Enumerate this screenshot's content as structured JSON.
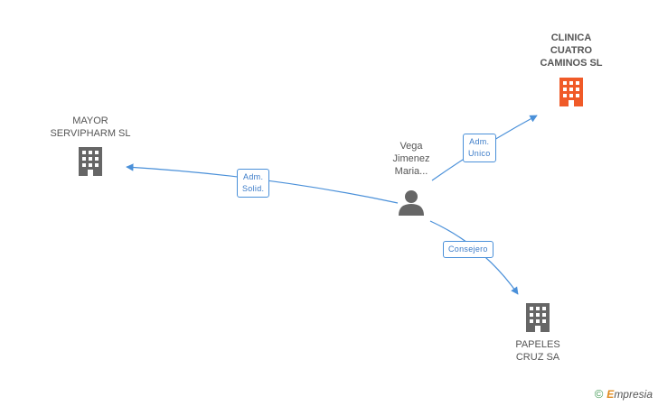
{
  "nodes": {
    "person": {
      "label_line1": "Vega",
      "label_line2": "Jimenez",
      "label_line3": "Maria..."
    },
    "clinica": {
      "label_line1": "CLINICA",
      "label_line2": "CUATRO",
      "label_line3": "CAMINOS SL",
      "color": "#f05a28"
    },
    "mayor": {
      "label_line1": "MAYOR",
      "label_line2": "SERVIPHARM SL",
      "color": "#666666"
    },
    "papeles": {
      "label_line1": "PAPELES",
      "label_line2": "CRUZ SA",
      "color": "#666666"
    }
  },
  "edges": {
    "to_clinica": {
      "line1": "Adm.",
      "line2": "Unico"
    },
    "to_mayor": {
      "line1": "Adm.",
      "line2": "Solid."
    },
    "to_papeles": {
      "line1": "Consejero"
    }
  },
  "colors": {
    "edge": "#4a90d9",
    "person": "#666666"
  },
  "brand": {
    "copyright": "©",
    "initial": "E",
    "rest": "mpresia"
  }
}
